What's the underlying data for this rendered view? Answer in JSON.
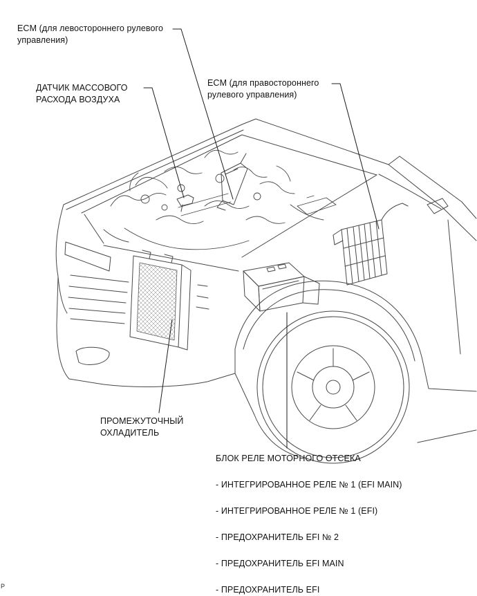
{
  "page": {
    "corner_mark": "P"
  },
  "colors": {
    "background": "#ffffff",
    "line_art": "#474747",
    "leader": "#1c1c1c",
    "text": "#121212"
  },
  "callouts": {
    "ecm_left": {
      "lines": [
        "ECM (для левостороннего рулевого",
        "управления)"
      ]
    },
    "maf_sensor": {
      "lines": [
        "ДАТЧИК МАССОВОГО",
        "РАСХОДА ВОЗДУХА"
      ]
    },
    "ecm_right": {
      "lines": [
        "ECM (для правостороннего",
        "рулевого управления)"
      ]
    },
    "intercooler": {
      "lines": [
        "ПРОМЕЖУТОЧНЫЙ",
        "ОХЛАДИТЕЛЬ"
      ]
    },
    "relay_block": {
      "title": "БЛОК РЕЛЕ МОТОРНОГО ОТСЕКА",
      "items": [
        "- ИНТЕГРИРОВАННОЕ РЕЛЕ № 1 (EFI MAIN)",
        "- ИНТЕГРИРОВАННОЕ РЕЛЕ № 1 (EFI)",
        "- ПРЕДОХРАНИТЕЛЬ EFI № 2",
        "- ПРЕДОХРАНИТЕЛЬ EFI MAIN",
        "- ПРЕДОХРАНИТЕЛЬ EFI"
      ]
    }
  }
}
